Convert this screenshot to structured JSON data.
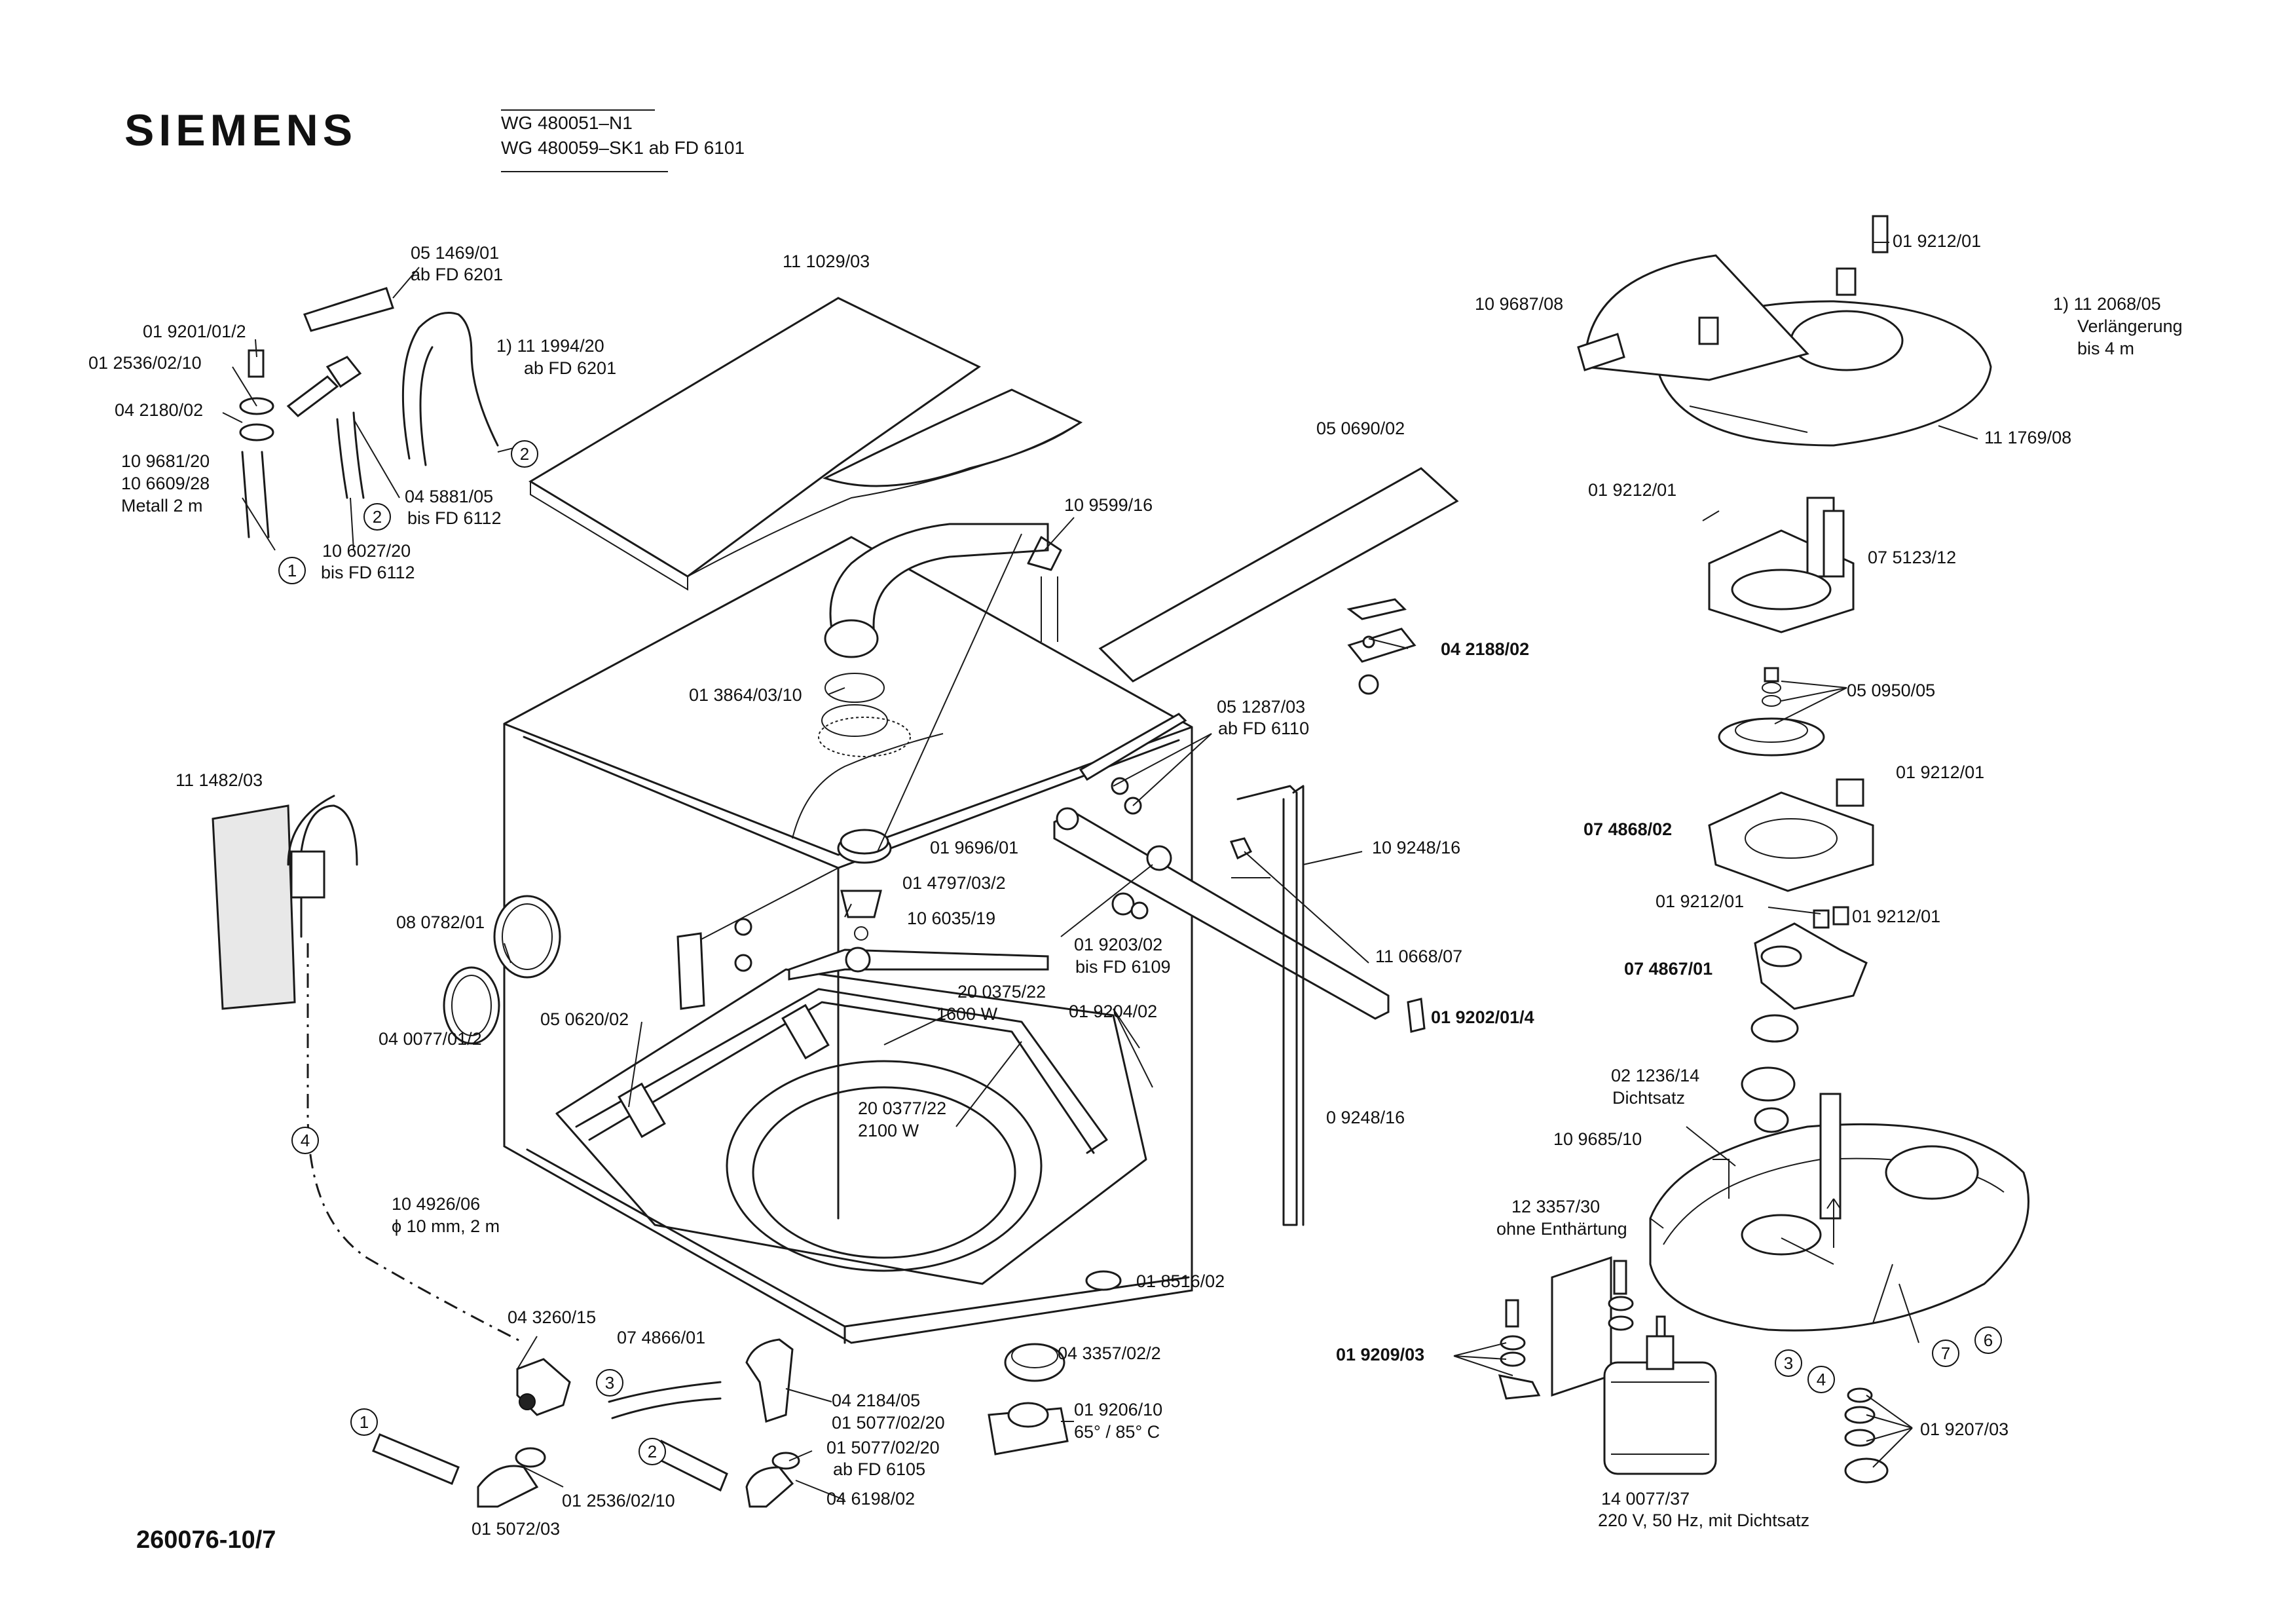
{
  "header": {
    "brand": "SIEMENS",
    "model_line_1": "WG 480051–N1",
    "model_line_2": "WG 480059–SK1 ab FD 6101"
  },
  "document_number": "260076-10/7",
  "markers": [
    "1",
    "2",
    "2",
    "1",
    "2",
    "3",
    "4",
    "3",
    "4",
    "7",
    "6"
  ],
  "labels": [
    {
      "text": "05 1469/01",
      "bold": false
    },
    {
      "text": "ab FD 6201",
      "bold": false
    },
    {
      "text": "11 1029/03",
      "bold": false
    },
    {
      "text": "01 9201/01/2",
      "bold": false
    },
    {
      "text": "01 2536/02/10",
      "bold": false
    },
    {
      "text": "1) 11 1994/20",
      "bold": false
    },
    {
      "text": "ab FD 6201",
      "bold": false
    },
    {
      "text": "04 2180/02",
      "bold": false
    },
    {
      "text": "10 9681/20",
      "bold": false
    },
    {
      "text": "10 6609/28",
      "bold": false
    },
    {
      "text": "Metall 2 m",
      "bold": false
    },
    {
      "text": "04 5881/05",
      "bold": false
    },
    {
      "text": "bis FD 6112",
      "bold": false
    },
    {
      "text": "10 6027/20",
      "bold": false
    },
    {
      "text": "bis FD 6112",
      "bold": false
    },
    {
      "text": "10 9599/16",
      "bold": false
    },
    {
      "text": "05 0690/02",
      "bold": false
    },
    {
      "text": "01 9212/01",
      "bold": false
    },
    {
      "text": "10 9687/08",
      "bold": false
    },
    {
      "text": "1) 11 2068/05",
      "bold": false
    },
    {
      "text": "Verlängerung",
      "bold": false
    },
    {
      "text": "bis 4 m",
      "bold": false
    },
    {
      "text": "11 1769/08",
      "bold": false
    },
    {
      "text": "01 9212/01",
      "bold": false
    },
    {
      "text": "07 5123/12",
      "bold": false
    },
    {
      "text": "04 2188/02",
      "bold": true
    },
    {
      "text": "05 0950/05",
      "bold": false
    },
    {
      "text": "01 3864/03/10",
      "bold": false
    },
    {
      "text": "05 1287/03",
      "bold": false
    },
    {
      "text": "ab FD 6110",
      "bold": false
    },
    {
      "text": "01 9212/01",
      "bold": false
    },
    {
      "text": "07 4868/02",
      "bold": true
    },
    {
      "text": "11 1482/03",
      "bold": false
    },
    {
      "text": "01 9696/01",
      "bold": false
    },
    {
      "text": "10 9248/16",
      "bold": false
    },
    {
      "text": "01 4797/03/2",
      "bold": false
    },
    {
      "text": "08 0782/01",
      "bold": false
    },
    {
      "text": "10 6035/19",
      "bold": false
    },
    {
      "text": "01 9212/01",
      "bold": false
    },
    {
      "text": "01 9212/01",
      "bold": false
    },
    {
      "text": "01 9203/02",
      "bold": false
    },
    {
      "text": "bis FD 6109",
      "bold": false
    },
    {
      "text": "11 0668/07",
      "bold": false
    },
    {
      "text": "07 4867/01",
      "bold": true
    },
    {
      "text": "20 0375/22",
      "bold": false
    },
    {
      "text": "1600 W",
      "bold": false
    },
    {
      "text": "01 9202/01/4",
      "bold": true
    },
    {
      "text": "04 0077/01/2",
      "bold": false
    },
    {
      "text": "05 0620/02",
      "bold": false
    },
    {
      "text": "01 9204/02",
      "bold": false
    },
    {
      "text": "02 1236/14",
      "bold": false
    },
    {
      "text": "Dichtsatz",
      "bold": false
    },
    {
      "text": "20 0377/22",
      "bold": false
    },
    {
      "text": "2100 W",
      "bold": false
    },
    {
      "text": "0 9248/16",
      "bold": false
    },
    {
      "text": "10 9685/10",
      "bold": false
    },
    {
      "text": "10 4926/06",
      "bold": false
    },
    {
      "text": "ϕ 10 mm, 2 m",
      "bold": false
    },
    {
      "text": "12 3357/30",
      "bold": false
    },
    {
      "text": "ohne Enthärtung",
      "bold": false
    },
    {
      "text": "01 8516/02",
      "bold": false
    },
    {
      "text": "04 3260/15",
      "bold": false
    },
    {
      "text": "07 4866/01",
      "bold": false
    },
    {
      "text": "04 3357/02/2",
      "bold": false
    },
    {
      "text": "01 9209/03",
      "bold": true
    },
    {
      "text": "04 2184/05",
      "bold": false
    },
    {
      "text": "01 5077/02/20",
      "bold": false
    },
    {
      "text": "01 9206/10",
      "bold": false
    },
    {
      "text": "65° / 85° C",
      "bold": false
    },
    {
      "text": "01 5077/02/20",
      "bold": false
    },
    {
      "text": "ab FD 6105",
      "bold": false
    },
    {
      "text": "01 9207/03",
      "bold": false
    },
    {
      "text": "01 2536/02/10",
      "bold": false
    },
    {
      "text": "04 6198/02",
      "bold": false
    },
    {
      "text": "01 5072/03",
      "bold": false
    },
    {
      "text": "14 0077/37",
      "bold": false
    },
    {
      "text": "220 V, 50 Hz, mit Dichtsatz",
      "bold": false
    }
  ]
}
